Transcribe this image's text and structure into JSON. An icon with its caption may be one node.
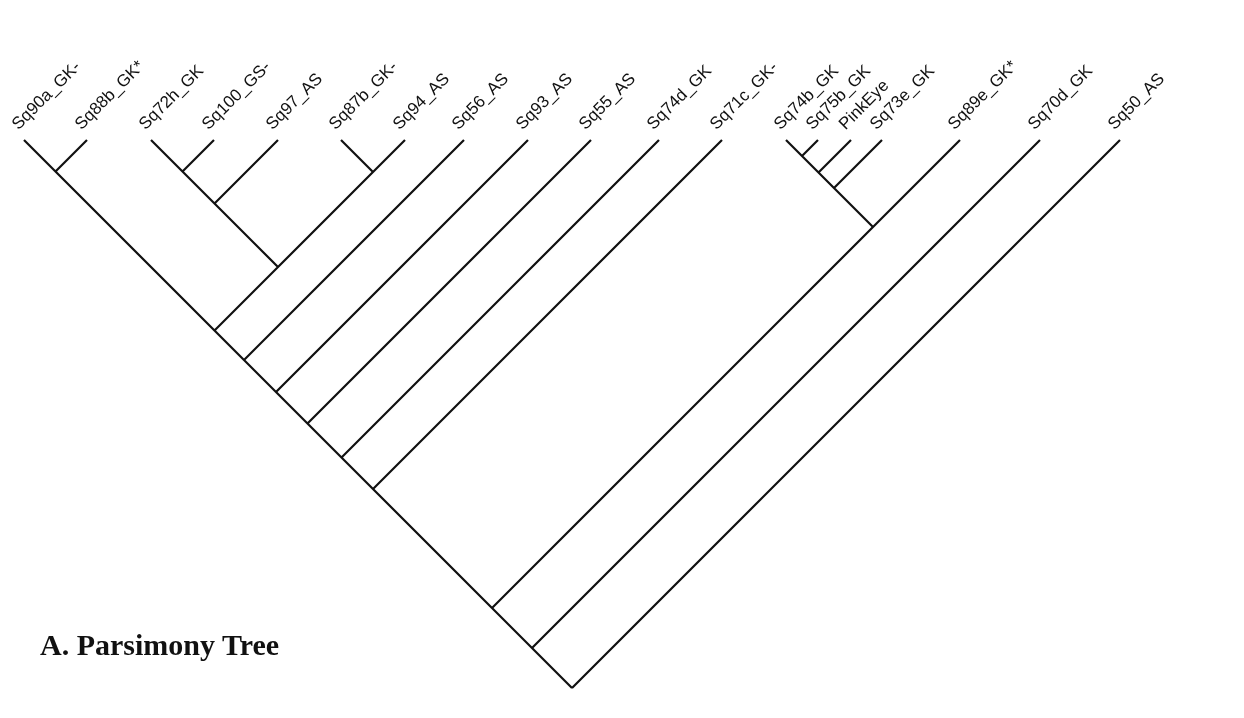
{
  "diagram": {
    "caption": "A. Parsimony Tree",
    "labels": [
      "Sq90a_GK-",
      "Sq88b_GK*",
      "Sq72h_GK",
      "Sq100_GS-",
      "Sq97_AS",
      "Sq87b_GK-",
      "Sq94_AS",
      "Sq56_AS",
      "Sq93_AS",
      "Sq55_AS",
      "Sq74d_GK",
      "Sq71c_GK-",
      "Sq74b_GK",
      "Sq75b_GK",
      "PinkEye",
      "Sq73e_GK",
      "Sq89e_GK*",
      "Sq70d_GK",
      "Sq50_AS"
    ]
  }
}
